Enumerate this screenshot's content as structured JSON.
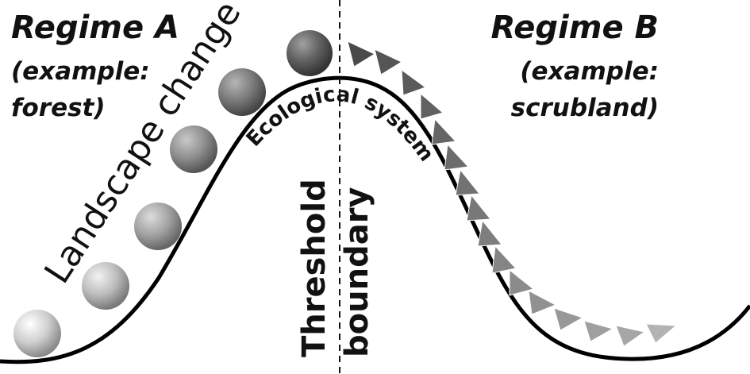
{
  "regime_a": {
    "title": "Regime A",
    "example_line1": "(example:",
    "example_line2": "forest)"
  },
  "regime_b": {
    "title": "Regime B",
    "example_line1": "(example:",
    "example_line2": "scrubland)"
  },
  "curve_label": "Ecological system",
  "slope_label": "Landscape change",
  "threshold": {
    "line1": "Threshold",
    "line2": "boundary"
  },
  "colors": {
    "curve": "#000000",
    "ball_light": "#d9d9d9",
    "ball_dark": "#444444",
    "arrow_light": "#b8b8b8",
    "arrow_dark": "#555555"
  }
}
